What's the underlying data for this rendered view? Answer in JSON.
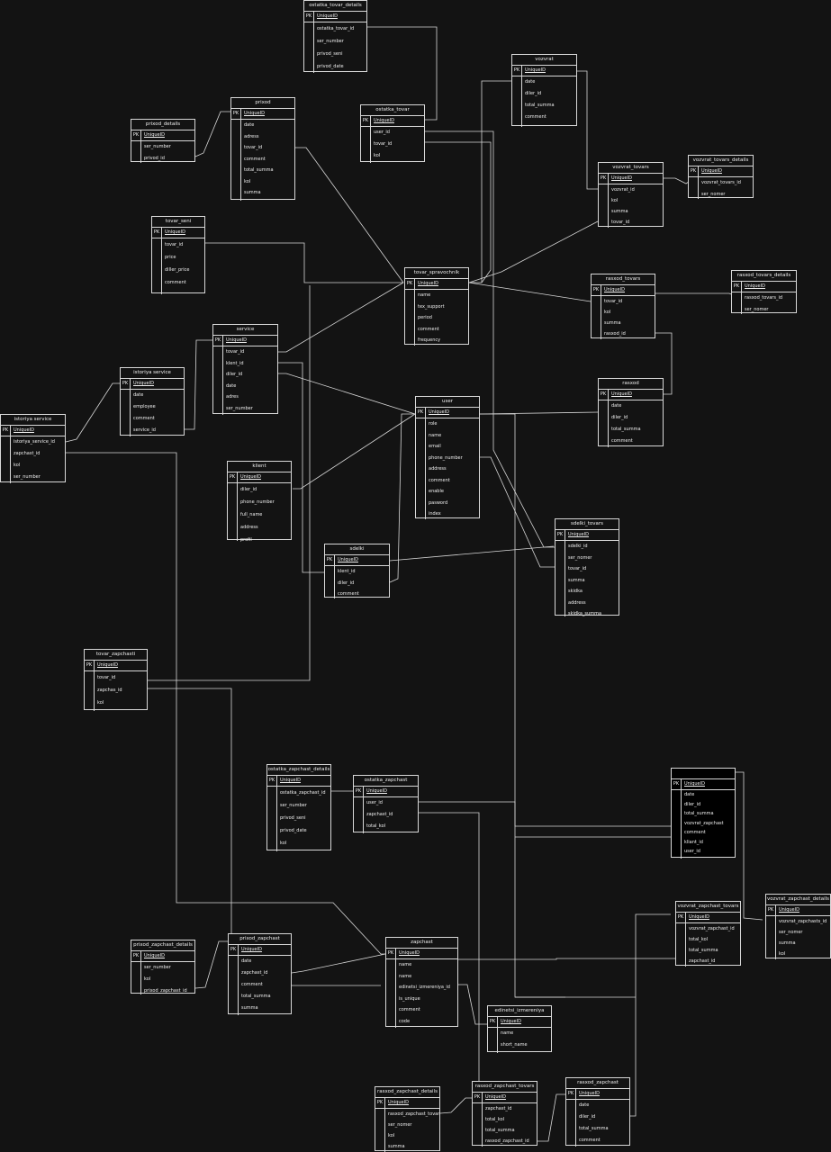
{
  "tables": [
    {
      "id": "ostatka_tovar_details",
      "title": "ostatka_tovar_details",
      "pk": "UniqueID",
      "fields": [
        "ostatka_tovar_id",
        "ser_number",
        "privod_seni",
        "privod_date"
      ]
    },
    {
      "id": "vozvrat",
      "title": "vozvrat",
      "pk": "UniqueID",
      "fields": [
        "date",
        "diler_id",
        "total_summa",
        "comment"
      ]
    },
    {
      "id": "prixod",
      "title": "prixod",
      "pk": "UniqueID",
      "fields": [
        "date",
        "adress",
        "tovar_id",
        "comment",
        "total_summa",
        "kol",
        "summa"
      ]
    },
    {
      "id": "prixod_details",
      "title": "prixod_details",
      "pk": "UniqueID",
      "fields": [
        "ser_number",
        "privod_id"
      ]
    },
    {
      "id": "ostatka_tovar",
      "title": "ostatka_tovar",
      "pk": "UniqueID",
      "fields": [
        "user_id",
        "tovar_id",
        "kol"
      ]
    },
    {
      "id": "vozvrat_tovars",
      "title": "vozvrat_tovars",
      "pk": "UniqueID",
      "fields": [
        "vozvrat_id",
        "kol",
        "summa",
        "tovar_id"
      ]
    },
    {
      "id": "vozvrat_tovars_details",
      "title": "vozvrat_tovars_details",
      "pk": "UniqueID",
      "fields": [
        "vozvrat_tovars_id",
        "ser_nomer"
      ]
    },
    {
      "id": "tovar_seni",
      "title": "tovar_seni",
      "pk": "UniqueID",
      "fields": [
        "tovar_id",
        "price",
        "diller_price",
        "comment"
      ]
    },
    {
      "id": "tovar_spravochnik",
      "title": "tovar_spravochnik",
      "pk": "UniqueID",
      "fields": [
        "name",
        "tex_support",
        "period",
        "comment",
        "frequency"
      ]
    },
    {
      "id": "rasxod_tovars",
      "title": "rasxod_tovars",
      "pk": "UniqueID",
      "fields": [
        "tovar_id",
        "kol",
        "summa",
        "rasxod_id"
      ]
    },
    {
      "id": "rasxod_tovars_details",
      "title": "rasxod_tovars_details",
      "pk": "UniqueID",
      "fields": [
        "rasxod_tovars_id",
        "ser_nomer"
      ]
    },
    {
      "id": "service",
      "title": "service",
      "pk": "UniqueID",
      "fields": [
        "tovar_id",
        "klent_id",
        "diler_id",
        "date",
        "adres",
        "ser_number"
      ]
    },
    {
      "id": "istoriya_service",
      "title": "istoriya service",
      "pk": "UniqueID",
      "fields": [
        "date",
        "employee",
        "comment",
        "service_id"
      ]
    },
    {
      "id": "rasxod",
      "title": "rasxod",
      "pk": "UniqueID",
      "fields": [
        "date",
        "diler_id",
        "total_summa",
        "comment"
      ]
    },
    {
      "id": "user",
      "title": "user",
      "pk": "UniqueID",
      "fields": [
        "role",
        "name",
        "email",
        "phone_number",
        "address",
        "comment",
        "enable",
        "pasword",
        "index"
      ]
    },
    {
      "id": "istoriya_service2",
      "title": "istoriya service",
      "pk": "UniqueID",
      "fields": [
        "istoriya_service_id",
        "zapchast_id",
        "kol",
        "ser_number"
      ]
    },
    {
      "id": "klient",
      "title": "klient",
      "pk": "UniqueID",
      "fields": [
        "diler_id",
        "phone_number",
        "full_name",
        "address",
        "profil"
      ]
    },
    {
      "id": "sdelki_tovars",
      "title": "sdelki_tovars",
      "pk": "UniqueID",
      "fields": [
        "sdelki_id",
        "ser_nomer",
        "tovar_id",
        "summa",
        "skidka",
        "address",
        "skidka_summa"
      ]
    },
    {
      "id": "sdelki",
      "title": "sdelki",
      "pk": "UniqueID",
      "fields": [
        "klent_id",
        "diler_id",
        "comment"
      ]
    },
    {
      "id": "tovar_zapchasti",
      "title": "tovar_zapchasti",
      "pk": "UniqueID",
      "fields": [
        "tovar_id",
        "zapchas_id",
        "kol"
      ]
    },
    {
      "id": "ostatka_zapchast_details",
      "title": "ostatka_zapchast_details",
      "pk": "UniqueID",
      "fields": [
        "ostatka_zapchast_id",
        "ser_number",
        "privod_seni",
        "privod_date",
        "kol"
      ]
    },
    {
      "id": "ostatka_zapchast",
      "title": "ostatka_zapchast",
      "pk": "UniqueID",
      "fields": [
        "user_id",
        "zapchast_id",
        "total_kol"
      ]
    },
    {
      "id": "vozvrat_zapchast",
      "title": "",
      "pk": "UniqueID",
      "fields": [
        "date",
        "diler_id",
        "total_summa",
        "vozvrat_zapchast",
        "comment",
        "kliant_id",
        "user_id"
      ]
    },
    {
      "id": "vozvrat_zapchast_tovars",
      "title": "vozvrat_zapchast_tovars",
      "pk": "UniqueID",
      "fields": [
        "vozvrat_zapchast_id",
        "total_kol",
        "total_summa",
        "zapchast_id"
      ]
    },
    {
      "id": "vozvrat_zapchast_details",
      "title": "vozvrat_zapchast_details",
      "pk": "UniqueID",
      "fields": [
        "vozvrat_zapchasts_id",
        "ser_nomer",
        "summa",
        "kol"
      ]
    },
    {
      "id": "prixod_zapchast_details",
      "title": "prixod_zapchast_details",
      "pk": "UniqueID",
      "fields": [
        "ser_number",
        "kol",
        "prixod_zapchast_id"
      ]
    },
    {
      "id": "prixod_zapchast",
      "title": "prixod_zapchast",
      "pk": "UniqueID",
      "fields": [
        "date",
        "zapchast_id",
        "comment",
        "total_summa",
        "summa"
      ]
    },
    {
      "id": "zapchast",
      "title": "zapchast",
      "pk": "UniqueID",
      "fields": [
        "name",
        "name",
        "edinetsi_izmereniya_id",
        "is_unique",
        "comment",
        "code"
      ]
    },
    {
      "id": "edinetsi_izmereniya",
      "title": "edinetsi_izmereniya",
      "pk": "UniqueID",
      "fields": [
        "name",
        "short_name"
      ]
    },
    {
      "id": "rasxod_zapchast_details",
      "title": "rasxod_zapchast_details",
      "pk": "UniqueID",
      "fields": [
        "rasxod_zapchast_tovar_id",
        "ser_nomer",
        "kol",
        "summa"
      ]
    },
    {
      "id": "rasxod_zapchast_tovars",
      "title": "rasxod_zapchast_tovars",
      "pk": "UniqueID",
      "fields": [
        "zapchast_id",
        "total_kol",
        "total_summa",
        "rasxod_zapchast_id"
      ]
    },
    {
      "id": "rasxod_zapchast",
      "title": "rasxod_zapchast",
      "pk": "UniqueID",
      "fields": [
        "date",
        "diler_id",
        "total_summa",
        "comment"
      ]
    }
  ],
  "pk_label": "PK"
}
